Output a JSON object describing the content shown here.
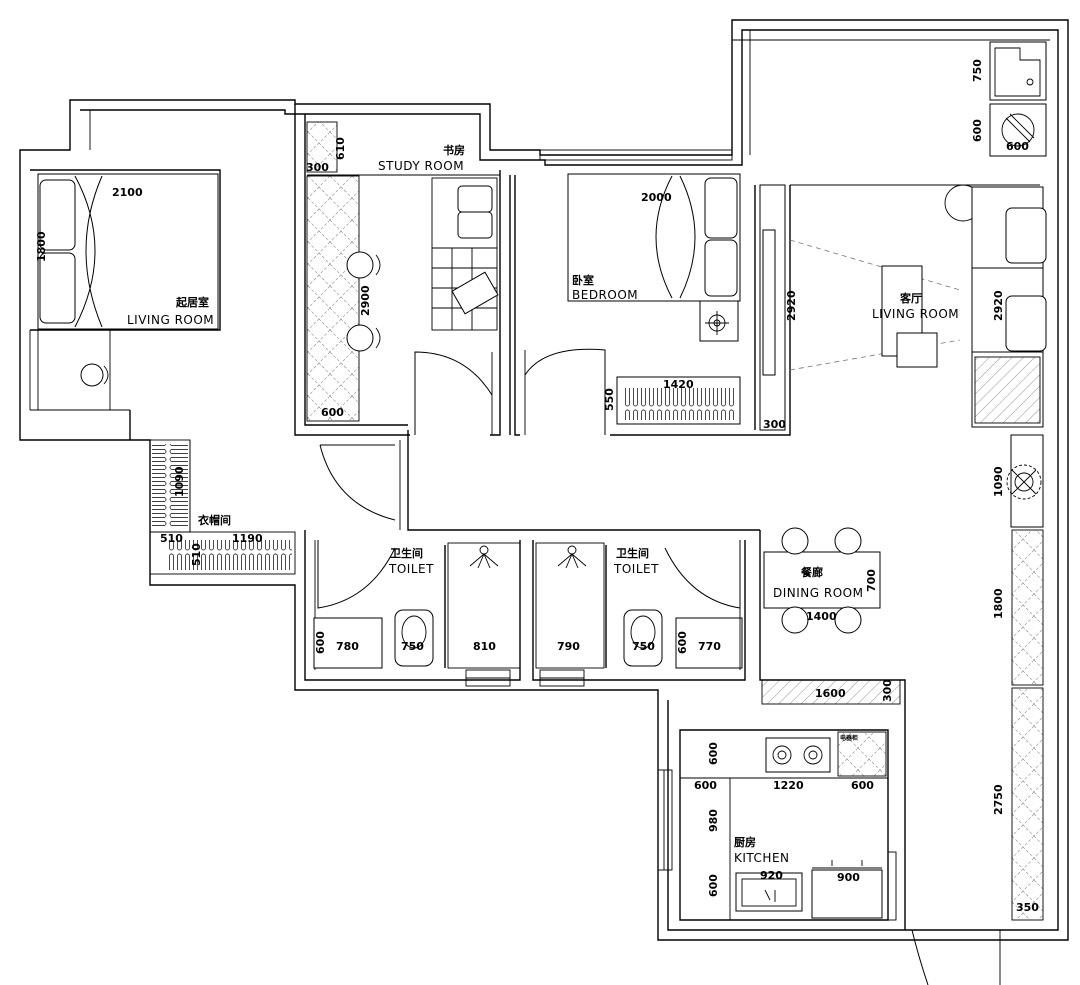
{
  "rooms": {
    "master_living": {
      "zh": "起居室",
      "en": "LIVING ROOM"
    },
    "study": {
      "zh": "书房",
      "en": "STUDY ROOM"
    },
    "bedroom": {
      "zh": "卧室",
      "en": "BEDROOM"
    },
    "living": {
      "zh": "客厅",
      "en": "LIVING ROOM"
    },
    "cloakroom": {
      "zh": "衣帽间"
    },
    "toilet_left": {
      "zh": "卫生间",
      "en": "TOILET"
    },
    "toilet_right": {
      "zh": "卫生间",
      "en": "TOILET"
    },
    "dining": {
      "zh": "餐廊",
      "en": "DINING ROOM"
    },
    "kitchen": {
      "zh": "厨房",
      "en": "KITCHEN"
    },
    "appliance": {
      "zh": "电器柜"
    }
  },
  "dimensions": {
    "bed_master_width": "2100",
    "bed_master_depth": "1800",
    "study_shelf_depth": "300",
    "study_shelf_top": "610",
    "study_length": "2900",
    "study_desk": "600",
    "bed_width": "2000",
    "bed_wardrobe": "1420",
    "bedroom_gap": "550",
    "tv_wall": "2920",
    "tv_depth": "300",
    "sofa_length": "2920",
    "balcony_top": "750",
    "balcony_washer": "600",
    "washer_label": "600",
    "cloak_vertical": "1090",
    "cloak_depth_a": "510",
    "cloak_depth_b": "510",
    "cloak_horizontal": "1190",
    "toilet_l_basin_depth": "600",
    "toilet_l_basin": "780",
    "toilet_l_wc": "750",
    "toilet_l_shower": "810",
    "toilet_r_shower": "790",
    "toilet_r_wc": "750",
    "toilet_r_basin_depth": "600",
    "toilet_r_basin": "770",
    "dining_table_depth": "700",
    "dining_table_length": "1400",
    "dining_cabinet": "1600",
    "dining_cabinet_depth": "300",
    "shoe_cabinet": "1090",
    "corridor_cabinet_a": "1800",
    "corridor_cabinet_b": "2750",
    "corridor_cabinet_depth": "350",
    "kitchen_top_depth": "600",
    "kitchen_side_depth": "600",
    "kitchen_top_length": "1220",
    "kitchen_top_right": "600",
    "kitchen_side_length": "980",
    "kitchen_sink": "920",
    "kitchen_fridge": "900",
    "kitchen_sink_depth": "600"
  }
}
